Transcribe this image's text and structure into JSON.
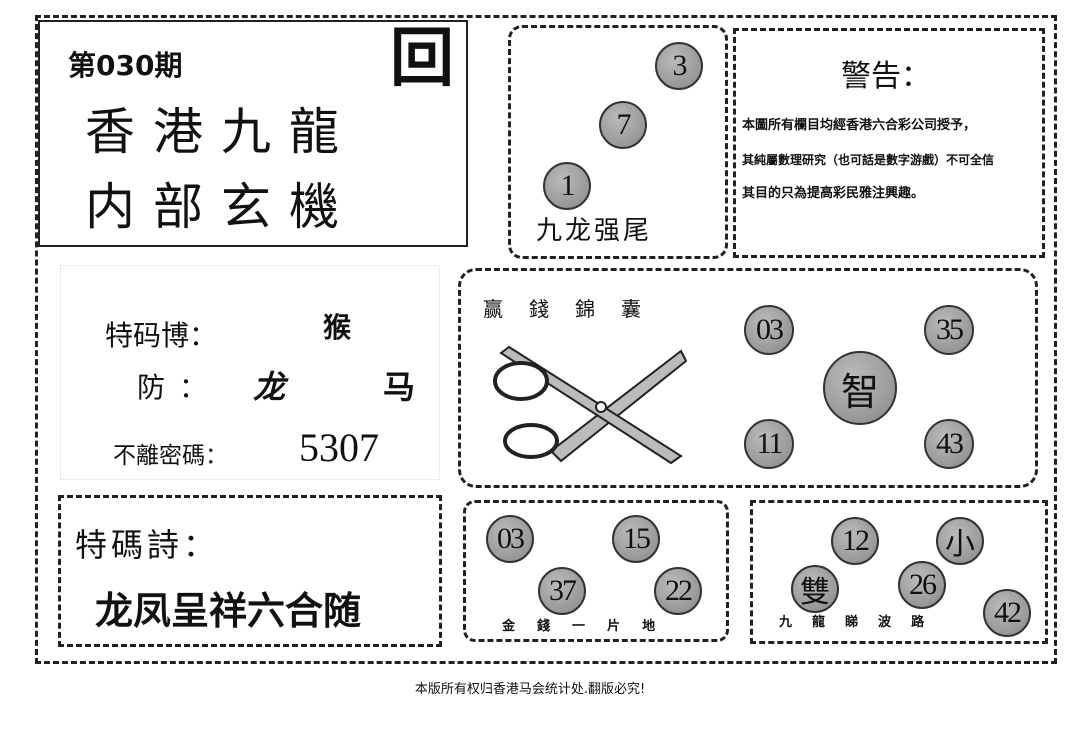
{
  "issue": "第030期",
  "logo_glyph": "回",
  "title_line1": "香港九龍",
  "title_line2": "内部玄機",
  "kowloon_balls": [
    "3",
    "7",
    "1"
  ],
  "kowloon_caption": "九龙强尾",
  "warning": {
    "title": "警告：",
    "lines": [
      "本圖所有欄目均經香港六合彩公司授予，",
      "其純屬數理研究（也可話是數字游戲）不可全信",
      "其目的只為提高彩民雅注興趣。"
    ]
  },
  "special": {
    "label1": "特码博：",
    "value1": "猴",
    "label2": "防：",
    "value2a": "龙",
    "value2b": "马",
    "label3": "不離密碼：",
    "value3": "5307"
  },
  "scissors": {
    "caption": [
      "赢",
      "錢",
      "錦",
      "囊"
    ],
    "balls": [
      "03",
      "35",
      "11",
      "43"
    ],
    "center": "智"
  },
  "poem": {
    "label": "特碼詩：",
    "text": "龙凤呈祥六合随"
  },
  "gold": {
    "balls": [
      "03",
      "15",
      "37",
      "22"
    ],
    "caption": [
      "金",
      "錢",
      "一",
      "片",
      "地"
    ]
  },
  "wave": {
    "balls": [
      "12",
      "小",
      "雙",
      "26",
      "42"
    ],
    "caption": [
      "九",
      "龍",
      "睇",
      "波",
      "路"
    ]
  },
  "footer": "本版所有权归香港马会统计处.翻版必究!"
}
